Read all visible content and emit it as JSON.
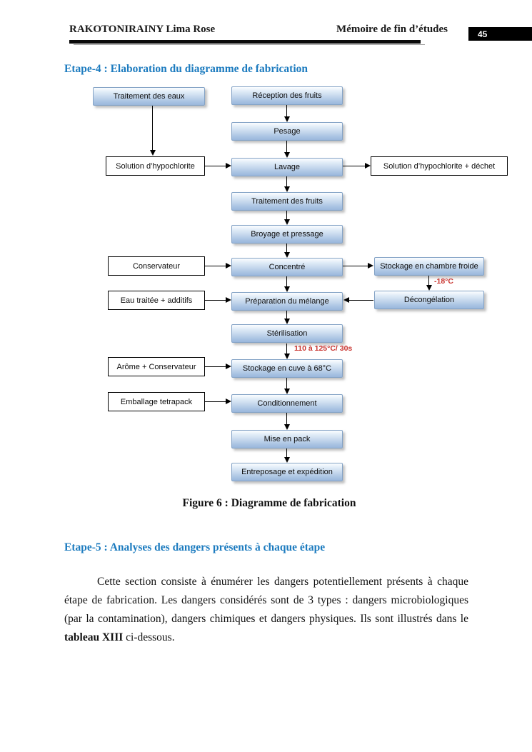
{
  "header": {
    "author": "RAKOTONIRAINY Lima Rose",
    "doc_title": "Mémoire de fin d’études",
    "page_number": "45"
  },
  "headings": {
    "etape4": "Etape-4 : Elaboration du diagramme de fabrication",
    "etape5": "Etape-5 : Analyses des dangers présents à chaque étape"
  },
  "flow": {
    "nodes": {
      "traitement_eaux": "Traitement des eaux",
      "reception": "Réception des fruits",
      "pesage": "Pesage",
      "solution_hypochlorite": "Solution d’hypochlorite",
      "lavage": "Lavage",
      "solution_dechet": "Solution d’hypochlorite + déchet",
      "traitement_fruits": "Traitement des fruits",
      "broyage": "Broyage et pressage",
      "conservateur": "Conservateur",
      "concentre": "Concentré",
      "stockage_froide": "Stockage en chambre froide",
      "decongelation": "Décongélation",
      "eau_traitee": "Eau traitée + additifs",
      "preparation": "Préparation du mélange",
      "sterilisation": "Stérilisation",
      "arome": "Arôme + Conservateur",
      "stockage_cuve": "Stockage en cuve à 68°C",
      "emballage": "Emballage tetrapack",
      "conditionnement": "Conditionnement",
      "mise_en_pack": "Mise en pack",
      "entreposage": "Entreposage et expédition"
    },
    "annotations": {
      "temp_chambre": "-18°C",
      "temp_sterilisation": "110 à 125°C/ 30s"
    }
  },
  "figure": {
    "caption": "Figure 6 : Diagramme de fabrication"
  },
  "paragraph": {
    "part1": "Cette section consiste à énumérer les dangers potentiellement présents à chaque étape de fabrication. Les dangers considérés sont de 3 types : dangers microbiologiques (par la contamination), dangers chimiques et dangers physiques. Ils sont illustrés dans le ",
    "bold": "tableau XIII",
    "part2": " ci-dessous."
  },
  "colors": {
    "accent_blue": "#1c7bbf",
    "annotation_red": "#c9342f",
    "node_fill_bottom": "#9ab7dc",
    "node_border": "#84a3c6"
  }
}
